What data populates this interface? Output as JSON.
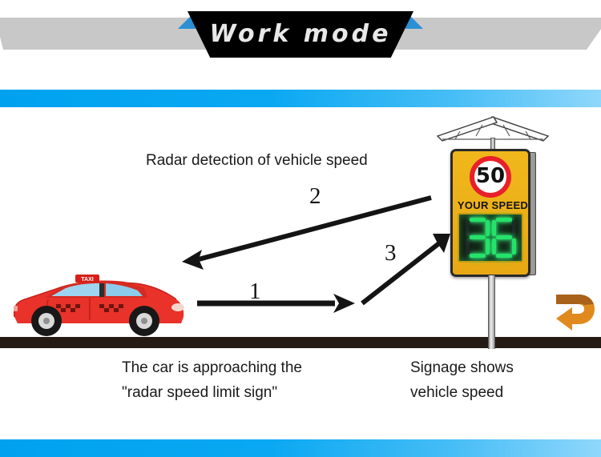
{
  "header": {
    "title": "Work mode",
    "plate_color": "#000000",
    "title_color": "#e8e8e8",
    "band_color": "#c8c8c8",
    "accent_color": "#2b8fd4"
  },
  "bars": {
    "top_bar_color": "#00a2f0",
    "bottom_bar_color": "#00a2f0"
  },
  "diagram": {
    "top_caption": "Radar detection of vehicle speed",
    "left_caption_line1": "The car is approaching the",
    "left_caption_line2": "\"radar speed limit sign\"",
    "right_caption_line1": "Signage shows",
    "right_caption_line2": "vehicle speed",
    "steps": [
      {
        "number": "1",
        "name": "car-approaches-sign",
        "direction": "right"
      },
      {
        "number": "2",
        "name": "radar-detects-vehicle",
        "direction": "left-down"
      },
      {
        "number": "3",
        "name": "speed-displayed",
        "direction": "up-right"
      }
    ],
    "ground_color": "#261a14"
  },
  "sign": {
    "speed_limit": "50",
    "your_speed_label": "YOUR SPEED",
    "displayed_speed": "36",
    "digit_segments": {
      "3": [
        "a",
        "b",
        "c",
        "d",
        "g"
      ],
      "6": [
        "a",
        "c",
        "d",
        "e",
        "f",
        "g"
      ]
    },
    "board_color": "#ecb018",
    "limit_ring_color": "#e8202a",
    "led_color": "#24e36a",
    "solar_panel": "solar-panel",
    "return_arrow_color": "#e08a1e"
  },
  "car": {
    "type": "taxi",
    "roof_sign_text": "TAXI",
    "body_color": "#e8322a",
    "window_color": "#9ed4ef"
  }
}
